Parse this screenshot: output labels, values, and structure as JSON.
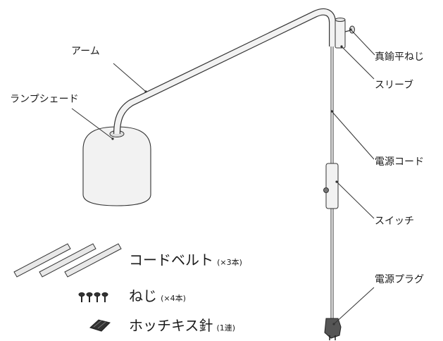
{
  "parts": {
    "arm": "アーム",
    "lamp_shade": "ランプシェード",
    "set_screw": "真鍮平ねじ",
    "sleeve": "スリーブ",
    "power_cord": "電源コード",
    "switch": "スイッチ",
    "power_plug": "電源プラグ"
  },
  "accessories": {
    "cord_belt": {
      "label": "コードベルト",
      "qty": "(×3本)"
    },
    "screws": {
      "label": "ねじ",
      "qty": "(×4本)"
    },
    "staples": {
      "label": "ホッチキス針",
      "qty": "(1連)"
    }
  }
}
